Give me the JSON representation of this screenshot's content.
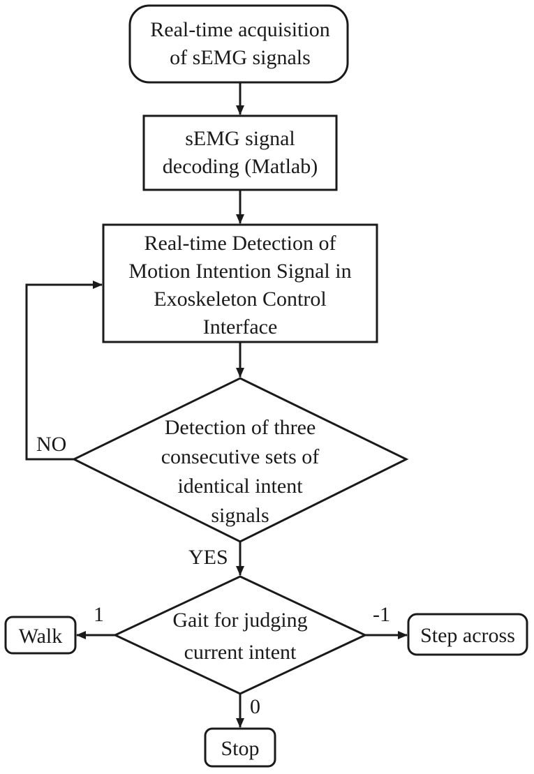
{
  "nodes": {
    "acquisition": {
      "lines": [
        "Real-time acquisition",
        "of sEMG signals"
      ]
    },
    "decoding": {
      "lines": [
        "sEMG signal",
        "decoding (Matlab)"
      ]
    },
    "detection": {
      "lines": [
        "Real-time Detection of",
        "Motion Intention Signal in",
        "Exoskeleton Control",
        "Interface"
      ]
    },
    "consecutive_check": {
      "lines": [
        "Detection of three",
        "consecutive sets of",
        "identical intent",
        "signals"
      ]
    },
    "gait_judge": {
      "lines": [
        "Gait for judging",
        "current intent"
      ]
    },
    "walk": {
      "label": "Walk"
    },
    "step_across": {
      "label": "Step across"
    },
    "stop": {
      "label": "Stop"
    }
  },
  "edge_labels": {
    "no": "NO",
    "yes": "YES",
    "walk_value": "1",
    "step_across_value": "-1",
    "stop_value": "0"
  },
  "colors": {
    "stroke": "#1a1a1a",
    "fill": "#ffffff"
  }
}
